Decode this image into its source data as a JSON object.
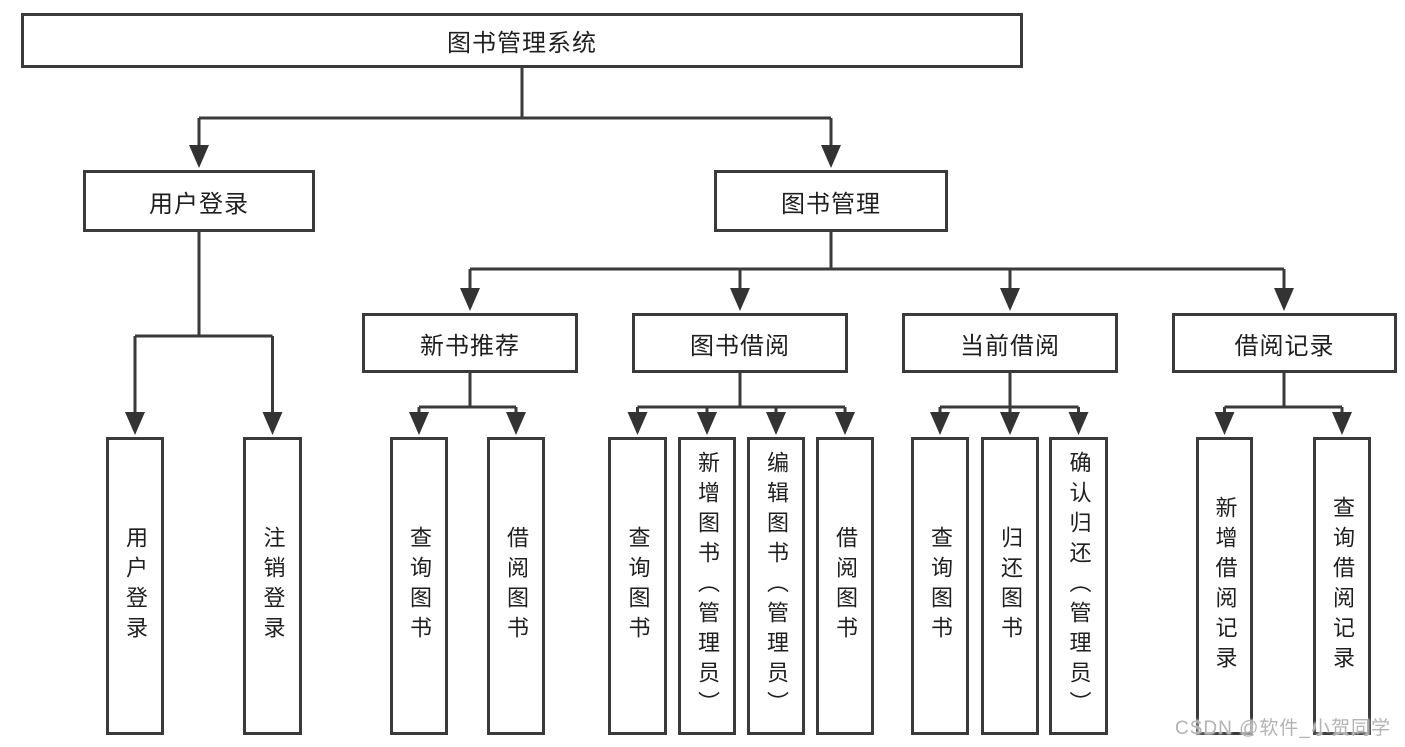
{
  "diagram": {
    "title": "图书管理系统",
    "branches": {
      "user_login": {
        "label": "用户登录",
        "children": {
          "login": "用户登录",
          "logout": "注销登录"
        }
      },
      "book_management": {
        "label": "图书管理",
        "sections": {
          "new_books": {
            "label": "新书推荐",
            "children": {
              "query": "查询图书",
              "borrow": "借阅图书"
            }
          },
          "book_borrowing": {
            "label": "图书借阅",
            "children": {
              "query": "查询图书",
              "add": "新增图书（管理员）",
              "edit": "编辑图书（管理员）",
              "borrow": "借阅图书"
            }
          },
          "current_borrowing": {
            "label": "当前借阅",
            "children": {
              "query": "查询图书",
              "return": "归还图书",
              "confirm": "确认归还（管理员）"
            }
          },
          "borrow_records": {
            "label": "借阅记录",
            "children": {
              "add": "新增借阅记录",
              "query": "查询借阅记录"
            }
          }
        }
      }
    },
    "line_color": "#3a3a3a",
    "watermark": "CSDN @软件_小贺同学"
  }
}
